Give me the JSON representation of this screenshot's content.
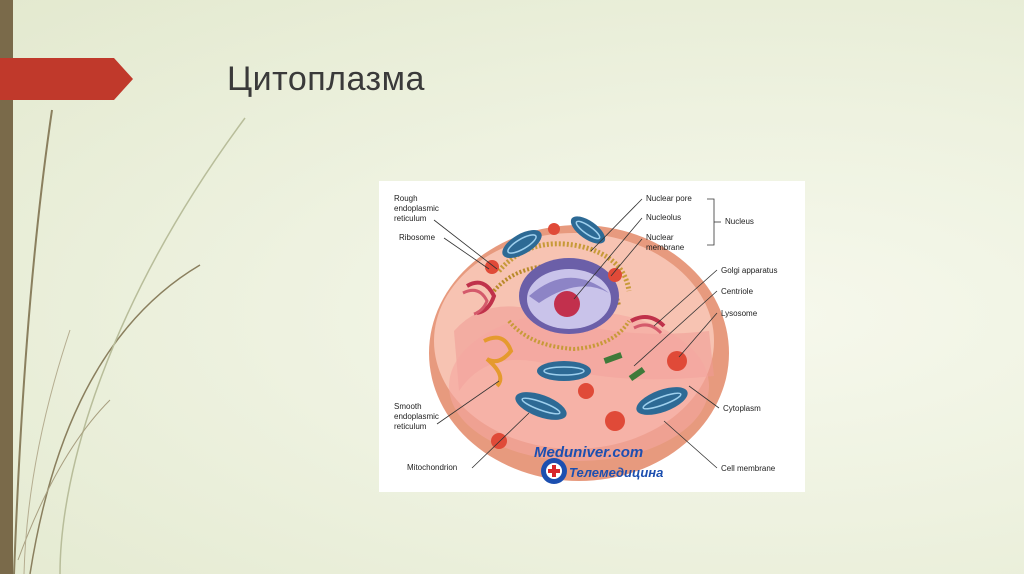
{
  "slide": {
    "title": "Цитоплазма",
    "accent_color": "#c0392b",
    "bar_color": "#7a6a4a"
  },
  "diagram": {
    "labels": {
      "rough_er": [
        "Rough",
        "endoplasmic",
        "reticulum"
      ],
      "ribosome": "Ribosome",
      "smooth_er": [
        "Smooth",
        "endoplasmic",
        "reticulum"
      ],
      "mitochondrion": "Mitochondrion",
      "nuclear_pore": "Nuclear pore",
      "nucleolus": "Nucleolus",
      "nuclear_membrane": [
        "Nuclear",
        "membrane"
      ],
      "nucleus": "Nucleus",
      "golgi": "Golgi apparatus",
      "centriole": "Centriole",
      "lysosome": "Lysosome",
      "cytoplasm": "Cytoplasm",
      "cell_membrane": "Cell membrane"
    },
    "watermark": {
      "site": "Meduniver.com",
      "brand": "Телемедицина"
    }
  }
}
